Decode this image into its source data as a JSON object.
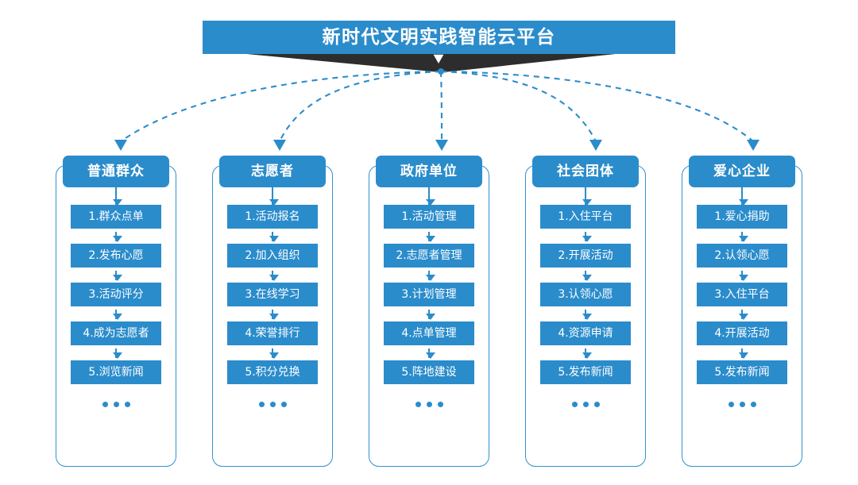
{
  "banner": {
    "title": "新时代文明实践智能云平台",
    "color": "#2b8ccb",
    "ribbon_color": "#2d2d2d",
    "chevron_icon": "chevron-down-icon"
  },
  "theme": {
    "accent": "#2b8ccb",
    "frame_border": "#2f93cf",
    "connector": "#2b8ccb",
    "background": "#ffffff",
    "text_on_accent": "#ffffff"
  },
  "ellipsis_label": "• • •",
  "columns": [
    {
      "header": "普通群众",
      "steps": [
        "1.群众点单",
        "2.发布心愿",
        "3.活动评分",
        "4.成为志愿者",
        "5.浏览新闻"
      ]
    },
    {
      "header": "志愿者",
      "steps": [
        "1.活动报名",
        "2.加入组织",
        "3.在线学习",
        "4.荣誉排行",
        "5.积分兑换"
      ]
    },
    {
      "header": "政府单位",
      "steps": [
        "1.活动管理",
        "2.志愿者管理",
        "3.计划管理",
        "4.点单管理",
        "5.阵地建设"
      ]
    },
    {
      "header": "社会团体",
      "steps": [
        "1.入住平台",
        "2.开展活动",
        "3.认领心愿",
        "4.资源申请",
        "5.发布新闻"
      ]
    },
    {
      "header": "爱心企业",
      "steps": [
        "1.爱心捐助",
        "2.认领心愿",
        "3.入住平台",
        "4.开展活动",
        "5.发布新闻"
      ]
    }
  ],
  "connectors": {
    "style": "dashed-curved-arrow",
    "origin_label": "platform-hub",
    "count": 5
  }
}
